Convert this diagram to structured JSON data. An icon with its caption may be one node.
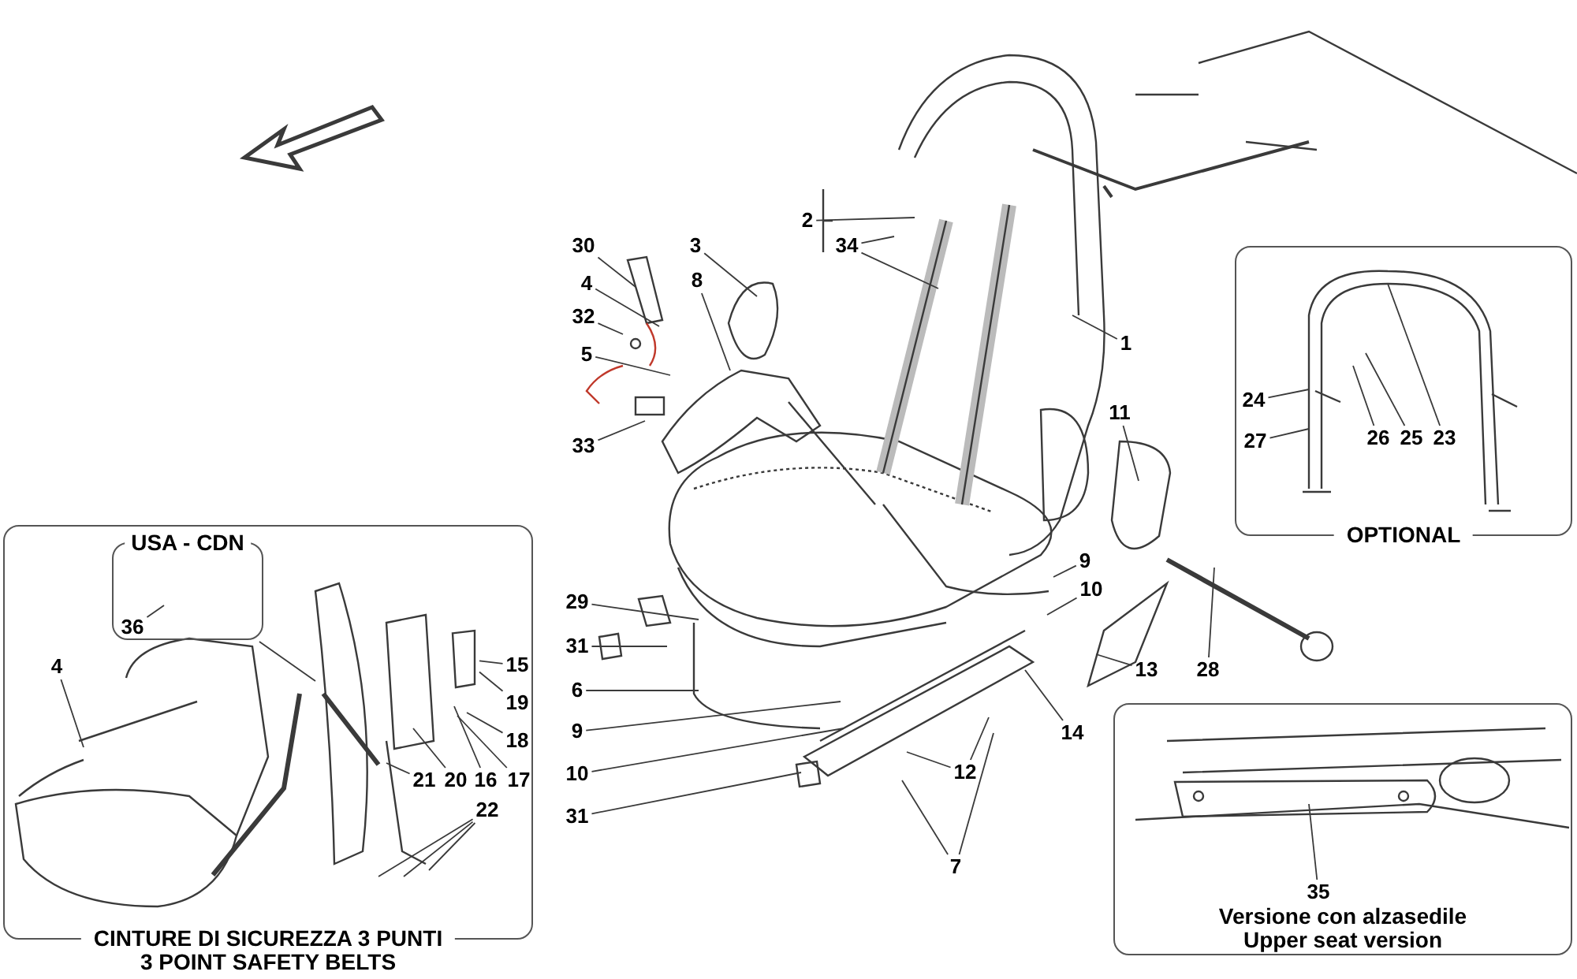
{
  "diagram": {
    "nodes": [
      {
        "text": [
          "CINTURE DI SICUREZZA 3 PUNTI",
          "3 POINT SAFETY BELTS"
        ]
      },
      {
        "text": [
          "USA - CDN"
        ],
        "in": 0
      },
      {
        "text": [
          "36"
        ],
        "in": 1
      },
      {
        "text": [
          "4"
        ],
        "in": 0
      },
      {
        "text": [
          "15"
        ],
        "in": 0
      },
      {
        "text": [
          "19"
        ],
        "in": 0
      },
      {
        "text": [
          "18"
        ],
        "in": 0
      },
      {
        "text": [
          "17"
        ],
        "in": 0
      },
      {
        "text": [
          "16"
        ],
        "in": 0
      },
      {
        "text": [
          "20"
        ],
        "in": 0
      },
      {
        "text": [
          "21"
        ],
        "in": 0
      },
      {
        "text": [
          "22"
        ],
        "in": 0
      },
      {
        "text": [
          "OPTIONAL"
        ]
      },
      {
        "text": [
          "24"
        ],
        "in": 12
      },
      {
        "text": [
          "27"
        ],
        "in": 12
      },
      {
        "text": [
          "26"
        ],
        "in": 12
      },
      {
        "text": [
          "25"
        ],
        "in": 12
      },
      {
        "text": [
          "23"
        ],
        "in": 12
      },
      {
        "text": [
          "Versione con alzasedile",
          "Upper seat version"
        ]
      },
      {
        "text": [
          "35"
        ],
        "in": 18
      },
      {
        "text": [
          "2"
        ]
      },
      {
        "text": [
          "34"
        ]
      },
      {
        "text": [
          "30"
        ]
      },
      {
        "text": [
          "3"
        ]
      },
      {
        "text": [
          "8"
        ]
      },
      {
        "text": [
          "4"
        ]
      },
      {
        "text": [
          "32"
        ]
      },
      {
        "text": [
          "5"
        ]
      },
      {
        "text": [
          "33"
        ]
      },
      {
        "text": [
          "1"
        ]
      },
      {
        "text": [
          "11"
        ]
      },
      {
        "text": [
          "9"
        ]
      },
      {
        "text": [
          "10"
        ]
      },
      {
        "text": [
          "29"
        ]
      },
      {
        "text": [
          "31"
        ]
      },
      {
        "text": [
          "6"
        ]
      },
      {
        "text": [
          "13"
        ]
      },
      {
        "text": [
          "28"
        ]
      },
      {
        "text": [
          "14"
        ]
      },
      {
        "text": [
          "9"
        ]
      },
      {
        "text": [
          "10"
        ]
      },
      {
        "text": [
          "12"
        ]
      },
      {
        "text": [
          "31"
        ]
      },
      {
        "text": [
          "7"
        ]
      },
      {
        "text": [],
        "shape": "bar",
        "in": 0
      }
    ],
    "edges": [
      {
        "from": 1,
        "to": null,
        "arrow": "none"
      },
      {
        "from": 2,
        "to": null,
        "arrow": "none"
      },
      {
        "from": 3,
        "to": null,
        "arrow": "none"
      },
      {
        "from": 4,
        "to": 44,
        "arrow": "none"
      },
      {
        "from": 5,
        "to": 44,
        "arrow": "none"
      },
      {
        "from": 6,
        "to": null,
        "arrow": "none"
      },
      {
        "from": 7,
        "to": null,
        "arrow": "none"
      },
      {
        "from": 8,
        "to": null,
        "arrow": "none"
      },
      {
        "from": 9,
        "to": null,
        "arrow": "none"
      },
      {
        "from": 10,
        "to": null,
        "arrow": "none"
      },
      {
        "from": 11,
        "to": null,
        "arrow": "none"
      },
      {
        "from": 11,
        "to": null,
        "arrow": "none"
      },
      {
        "from": 11,
        "to": null,
        "arrow": "none"
      },
      {
        "from": 13,
        "to": null,
        "arrow": "none"
      },
      {
        "from": 14,
        "to": null,
        "arrow": "none"
      },
      {
        "from": 15,
        "to": null,
        "arrow": "none"
      },
      {
        "from": 16,
        "to": null,
        "arrow": "none"
      },
      {
        "from": 17,
        "to": null,
        "arrow": "none"
      },
      {
        "from": 19,
        "to": null,
        "arrow": "none"
      },
      {
        "from": 20,
        "to": null,
        "arrow": "none"
      },
      {
        "from": 21,
        "to": null,
        "arrow": "none"
      },
      {
        "from": 21,
        "to": null,
        "arrow": "none"
      },
      {
        "from": 22,
        "to": null,
        "arrow": "none"
      },
      {
        "from": 23,
        "to": null,
        "arrow": "none"
      },
      {
        "from": 24,
        "to": null,
        "arrow": "none"
      },
      {
        "from": 25,
        "to": null,
        "arrow": "none"
      },
      {
        "from": 26,
        "to": null,
        "arrow": "none"
      },
      {
        "from": 27,
        "to": null,
        "arrow": "none"
      },
      {
        "from": 28,
        "to": null,
        "arrow": "none"
      },
      {
        "from": 29,
        "to": null,
        "arrow": "none"
      },
      {
        "from": 30,
        "to": null,
        "arrow": "none"
      },
      {
        "from": 31,
        "to": null,
        "arrow": "none"
      },
      {
        "from": 32,
        "to": null,
        "arrow": "none"
      },
      {
        "from": 33,
        "to": null,
        "arrow": "none"
      },
      {
        "from": 34,
        "to": null,
        "arrow": "none"
      },
      {
        "from": 35,
        "to": null,
        "arrow": "none"
      },
      {
        "from": 36,
        "to": null,
        "arrow": "none"
      },
      {
        "from": 37,
        "to": null,
        "arrow": "none"
      },
      {
        "from": 38,
        "to": null,
        "arrow": "none"
      },
      {
        "from": 39,
        "to": null,
        "arrow": "none"
      },
      {
        "from": 40,
        "to": null,
        "arrow": "none"
      },
      {
        "from": 41,
        "to": null,
        "arrow": "none"
      },
      {
        "from": 41,
        "to": null,
        "arrow": "none"
      },
      {
        "from": 42,
        "to": null,
        "arrow": "none"
      },
      {
        "from": 43,
        "to": null,
        "arrow": "none"
      },
      {
        "from": 43,
        "to": null,
        "arrow": "none"
      }
    ]
  }
}
